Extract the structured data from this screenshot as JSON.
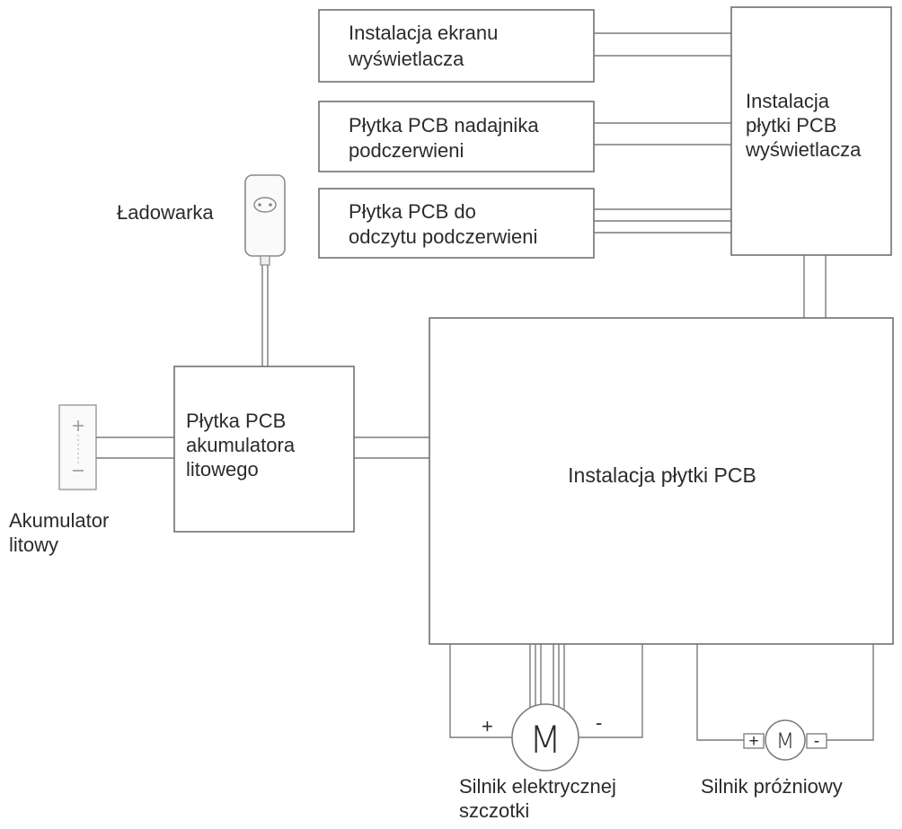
{
  "boxes": {
    "display_screen_line1": "Instalacja ekranu",
    "display_screen_line2": "wyświetlacza",
    "ir_emitter_line1": "Płytka PCB nadajnika",
    "ir_emitter_line2": "podczerwieni",
    "ir_reader_line1": "Płytka PCB do",
    "ir_reader_line2": "odczytu podczerwieni",
    "display_pcb_line1": "Instalacja",
    "display_pcb_line2": "płytki PCB",
    "display_pcb_line3": "wyświetlacza",
    "battery_pcb_line1": "Płytka PCB",
    "battery_pcb_line2": "akumulatora",
    "battery_pcb_line3": "litowego",
    "main_pcb": "Instalacja płytki PCB"
  },
  "components": {
    "charger_label": "Ładowarka",
    "battery_label_line1": "Akumulator",
    "battery_label_line2": "litowy",
    "brush_motor_line1": "Silnik elektrycznej",
    "brush_motor_line2": "szczotki",
    "vacuum_motor": "Silnik próżniowy",
    "motor_letter": "M",
    "plus_sign": "+",
    "minus_sign": "-"
  },
  "icons": {
    "charger": "charger-icon",
    "battery": "battery-icon",
    "brush_motor": "motor-icon",
    "vacuum_motor": "motor-icon"
  }
}
